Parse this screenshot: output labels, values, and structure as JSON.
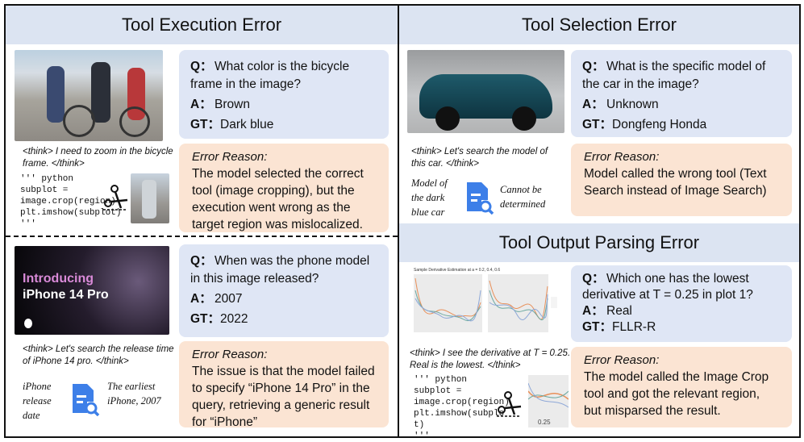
{
  "panels": {
    "execution": {
      "title": "Tool Execution Error",
      "example1": {
        "question_label": "Q：",
        "question": "What color is the bicycle frame in the image?",
        "answer_label": "A：",
        "answer": "Brown",
        "gt_label": "GT：",
        "gt": "Dark blue",
        "think": "<think> I need to zoom in the bicycle frame. </think>",
        "code": [
          "''' python",
          "subplot =",
          "image.crop(region)",
          "plt.imshow(subplot)",
          "'''"
        ],
        "error_title": "Error Reason:",
        "error_text": "The model selected the correct tool (image cropping), but the execution went wrong as the target region was mislocalized."
      },
      "example2": {
        "image_text": [
          "Introducing",
          "iPhone 14 Pro"
        ],
        "question_label": "Q：",
        "question": "When was the phone model in this image released?",
        "answer_label": "A：",
        "answer": "2007",
        "gt_label": "GT：",
        "gt": "2022",
        "think": "<think> Let's search the release time of iPhone 14 pro. </think>",
        "search_query": "iPhone release date",
        "search_result": "The earliest iPhone, 2007",
        "error_title": "Error Reason:",
        "error_text": "The issue is that the model failed to specify “iPhone 14 Pro” in the query, retrieving a generic result for “iPhone”"
      }
    },
    "selection": {
      "title": "Tool Selection Error",
      "question_label": "Q：",
      "question": "What is the specific model of the car in the image?",
      "answer_label": "A：",
      "answer": "Unknown",
      "gt_label": "GT：",
      "gt": "Dongfeng Honda",
      "think": "<think> Let's search the model of this car. </think>",
      "search_query": "Model of the dark blue car",
      "search_result": "Cannot be determined",
      "error_title": "Error Reason:",
      "error_text": "Model called the wrong tool (Text Search instead of Image Search)"
    },
    "parsing": {
      "title": "Tool Output Parsing Error",
      "plot_title": "Sample Derivative Estimation at a = 0.2, 0.4, 0.6",
      "question_label": "Q：",
      "question": "Which one has the lowest derivative at T = 0.25 in plot 1?",
      "answer_label": "A：",
      "answer": "Real",
      "gt_label": "GT：",
      "gt": "FLLR-R",
      "think": "<think> I see the derivative at T = 0.25. Real is the lowest. </think>",
      "code": [
        "''' python",
        "subplot =",
        "image.crop(region)",
        "plt.imshow(subplo",
        "t)",
        "'''"
      ],
      "crop_label": "0.25",
      "error_title": "Error Reason:",
      "error_text": "The model called the Image Crop tool and got the relevant region, but misparsed the result."
    }
  },
  "colors": {
    "header": "#dce4f2",
    "qa_box": "#dfe6f5",
    "error_box": "#fbe4d3",
    "search_icon": "#3d7fe8"
  },
  "icons": {
    "crop": "scissors-icon",
    "search": "document-search-icon"
  }
}
